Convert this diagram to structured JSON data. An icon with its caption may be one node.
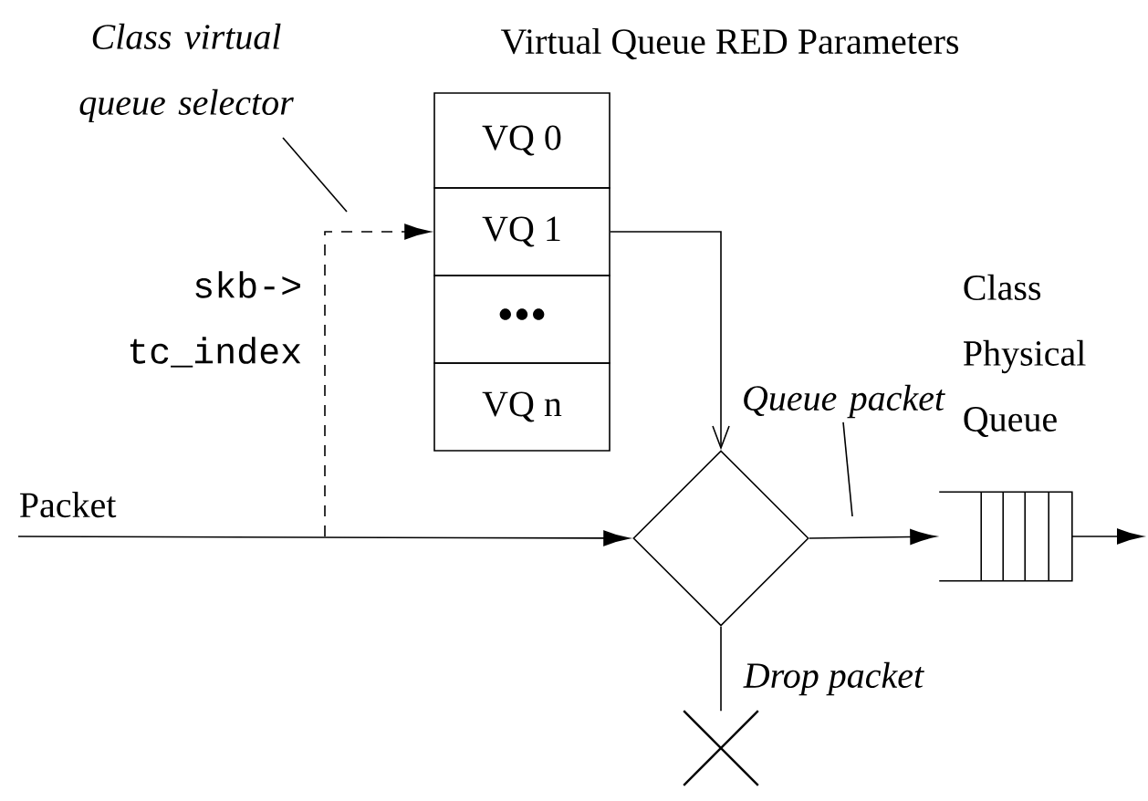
{
  "diagram": {
    "title": "Virtual Queue RED Parameters",
    "nodes": [
      {
        "text": [
          "VQ 0"
        ]
      },
      {
        "text": [
          "VQ 1"
        ]
      },
      {
        "text": [
          "•••"
        ]
      },
      {
        "text": [
          "VQ n"
        ]
      },
      {
        "text": [],
        "shape": "diamond"
      },
      {
        "text": [
          "Class Physical Queue"
        ]
      },
      {
        "text": [],
        "shape": "cross"
      },
      {
        "text": [
          "Class virtual queue selector"
        ]
      },
      {
        "text": [
          "Queue packet"
        ]
      }
    ],
    "edges": [
      {
        "from": null,
        "to": 4,
        "arrow": "to",
        "label": "Packet"
      },
      {
        "from": null,
        "to": 1,
        "arrow": "to",
        "label": "skb-> tc_index",
        "style": "dashed"
      },
      {
        "from": 1,
        "to": 4,
        "arrow": "to"
      },
      {
        "from": 4,
        "to": 5,
        "arrow": "to"
      },
      {
        "from": 5,
        "to": null,
        "arrow": "to"
      },
      {
        "from": 4,
        "to": 6,
        "arrow": "none",
        "label": "Drop packet"
      },
      {
        "from": 7,
        "to": null,
        "arrow": "none"
      },
      {
        "from": 8,
        "to": null,
        "arrow": "none"
      }
    ]
  }
}
